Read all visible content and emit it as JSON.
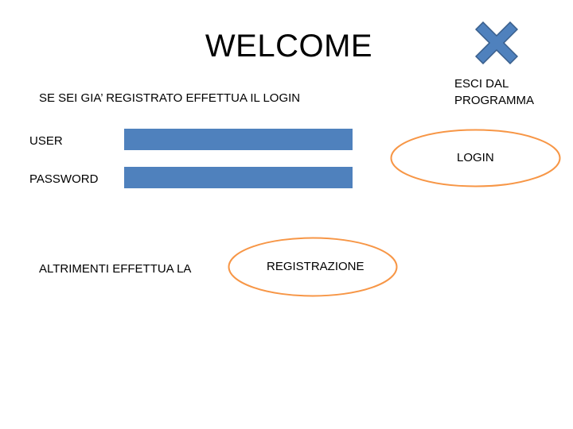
{
  "page": {
    "title": "WELCOME"
  },
  "exit": {
    "icon": "close-x-icon",
    "color": "#4f81bd",
    "border_color": "#385d8a",
    "label": "ESCI DAL PROGRAMMA"
  },
  "login_section": {
    "intro": "SE SEI GIA’ REGISTRATO EFFETTUA IL LOGIN",
    "user_label": "USER",
    "user_value": "",
    "password_label": "PASSWORD",
    "password_value": "",
    "field_color": "#4f81bd",
    "login_button": "LOGIN"
  },
  "register_section": {
    "text": "ALTRIMENTI EFFETTUA LA",
    "register_button": "REGISTRAZIONE"
  },
  "colors": {
    "oval_border": "#f79646",
    "background": "#ffffff"
  }
}
